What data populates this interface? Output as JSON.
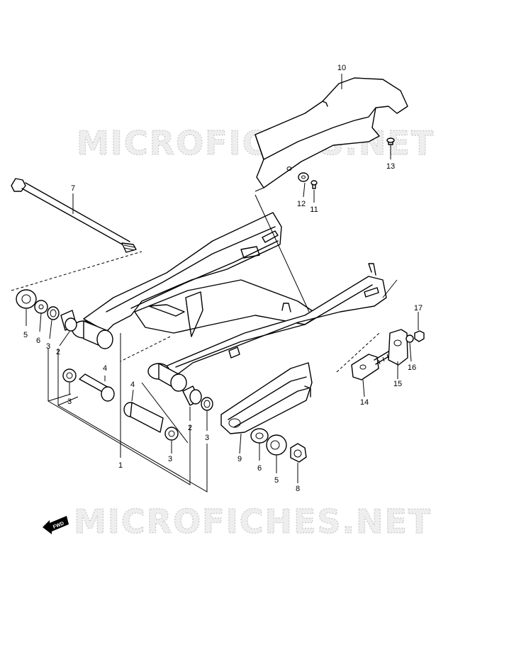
{
  "watermarks": [
    "MICROFICHES.NET",
    "MICROFICHES.NET"
  ],
  "fwd_label": "FWD",
  "callouts": {
    "c1": "1",
    "c2a": "2",
    "c2b": "2",
    "c3a": "3",
    "c3b": "3",
    "c3c": "3",
    "c3d": "3",
    "c4a": "4",
    "c4b": "4",
    "c5a": "5",
    "c5b": "5",
    "c6a": "6",
    "c6b": "6",
    "c7": "7",
    "c8": "8",
    "c9": "9",
    "c10": "10",
    "c11": "11",
    "c12": "12",
    "c13": "13",
    "c14": "14",
    "c15": "15",
    "c16": "16",
    "c17": "17"
  }
}
